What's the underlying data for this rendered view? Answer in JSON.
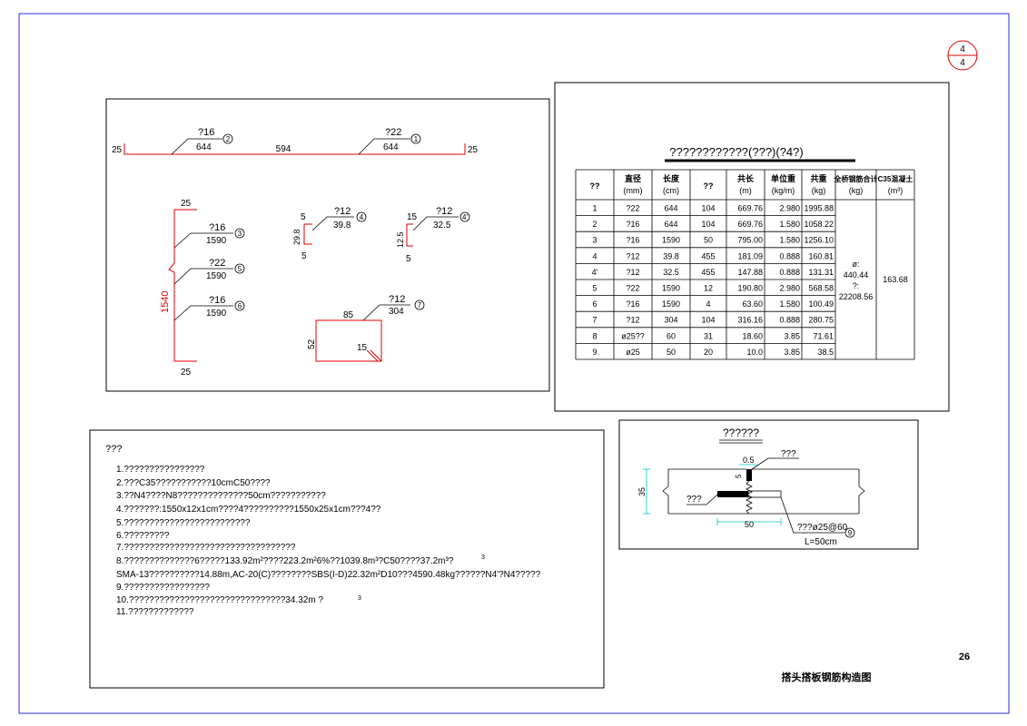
{
  "sheet": {
    "stamp_top": "4",
    "stamp_bottom": "4",
    "page_number": "26",
    "drawing_title": "搭头搭板钢筋构造图"
  },
  "rebar_details": {
    "bar_top": {
      "end_left": "25",
      "end_right": "25",
      "mid_length": "594",
      "tag_a_type": "?16",
      "tag_a_len": "644",
      "tag_a_mark": "2",
      "tag_b_type": "?22",
      "tag_b_len": "644",
      "tag_b_mark": "1"
    },
    "bar_vertical": {
      "top_end": "25",
      "bottom_end": "25",
      "height": "1540",
      "tags": [
        {
          "type": "?16",
          "len": "1590",
          "mark": "3"
        },
        {
          "type": "?22",
          "len": "1590",
          "mark": "5"
        },
        {
          "type": "?16",
          "len": "1590",
          "mark": "6"
        }
      ]
    },
    "hook_a": {
      "type": "?12",
      "len": "39.8",
      "mark": "4",
      "top": "5",
      "side": "29.8",
      "bottom": "5"
    },
    "hook_b": {
      "type": "?12",
      "len": "32.5",
      "mark": "4'",
      "top": "15",
      "side": "12.5",
      "bottom": "5"
    },
    "stirrup": {
      "type": "?12",
      "len": "304",
      "mark": "7",
      "width": "85",
      "height": "52",
      "hook": "15"
    }
  },
  "table": {
    "title": "????????????(???)(?4?)",
    "headers": [
      {
        "l1": "??",
        "l2": ""
      },
      {
        "l1": "直径",
        "l2": "(mm)"
      },
      {
        "l1": "长度",
        "l2": "(cm)"
      },
      {
        "l1": "??",
        "l2": ""
      },
      {
        "l1": "共长",
        "l2": "(m)"
      },
      {
        "l1": "单位重",
        "l2": "(kg/m)"
      },
      {
        "l1": "共重",
        "l2": "(kg)"
      },
      {
        "l1": "全桥钢筋合计",
        "l2": "(kg)"
      },
      {
        "l1": "C35混凝土",
        "l2": "(m³)"
      }
    ],
    "rows": [
      [
        "1",
        "?22",
        "644",
        "104",
        "669.76",
        "2.980",
        "1995.88"
      ],
      [
        "2",
        "?16",
        "644",
        "104",
        "669.76",
        "1.580",
        "1058.22"
      ],
      [
        "3",
        "?16",
        "1590",
        "50",
        "795.00",
        "1.580",
        "1256.10"
      ],
      [
        "4",
        "?12",
        "39.8",
        "455",
        "181.09",
        "0.888",
        "160.81"
      ],
      [
        "4'",
        "?12",
        "32.5",
        "455",
        "147.88",
        "0.888",
        "131.31"
      ],
      [
        "5",
        "?22",
        "1590",
        "12",
        "190.80",
        "2.980",
        "568.58"
      ],
      [
        "6",
        "?16",
        "1590",
        "4",
        "63.60",
        "1.580",
        "100.49"
      ],
      [
        "7",
        "?12",
        "304",
        "104",
        "316.16",
        "0.888",
        "280.75"
      ],
      [
        "8",
        "ø25??",
        "60",
        "31",
        "18.60",
        "3.85",
        "71.61"
      ],
      [
        "9",
        "ø25",
        "50",
        "20",
        "10.0",
        "3.85",
        "38.5"
      ]
    ],
    "total_l1": "ø:",
    "total_l2": "440.44",
    "total_l3": "?:",
    "total_l4": "22208.56",
    "concrete": "163.68"
  },
  "notes": {
    "heading": "???",
    "items": [
      "1.????????????????",
      "2.???C35???????????10cmC50????",
      "3.??N4????N8??????????????50cm???????????",
      "4.???????:1550x12x1cm????4??????????1550x25x1cm???4??",
      "5.?????????????????????????",
      "6.?????????",
      "7.??????????????????????????????????",
      "8.??????????????6?????133.92m²????223.2m²6%??1039.8m³?C50????37.2m³?",
      "   SMA-13??????????14.88m,AC-20(C)????????SBS(I-D)22.32m²D10???4590.48kg??????N4'?N4?????",
      "9.?????????????????",
      "10.???????????????????????????????34.32m  ?",
      "11.?????????????"
    ],
    "sup_a": "3",
    "sup_b": "3"
  },
  "detail": {
    "title": "??????",
    "dim_gap": "0.5",
    "label_top": "???",
    "dim_small": "5",
    "dim_depth": "35",
    "label_left": "???",
    "label_bar": "???ø25@60",
    "mark": "9",
    "dim_width": "50",
    "length_note": "L=50cm"
  },
  "colors": {
    "border": "#2b2be0",
    "ink": "#000000",
    "rebar": "#e00000",
    "leader": "#000000"
  }
}
